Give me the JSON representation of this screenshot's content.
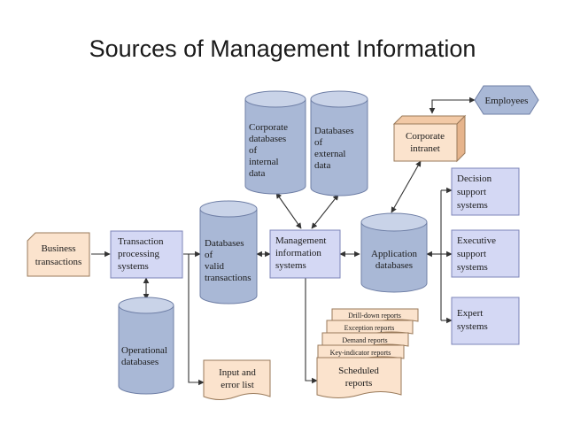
{
  "title": "Sources of Management Information",
  "nodes": {
    "business_transactions": [
      "Business",
      "transactions"
    ],
    "tps": [
      "Transaction",
      "processing",
      "systems"
    ],
    "valid_db": [
      "Databases",
      "of",
      "valid",
      "transactions"
    ],
    "operational_db": [
      "Operational",
      "databases"
    ],
    "corporate_internal_db": [
      "Corporate",
      "databases",
      "of",
      "internal",
      "data"
    ],
    "external_db": [
      "Databases",
      "of",
      "external",
      "data"
    ],
    "mis": [
      "Management",
      "information",
      "systems"
    ],
    "app_db": [
      "Application",
      "databases"
    ],
    "intranet": [
      "Corporate",
      "intranet"
    ],
    "employees": [
      "Employees"
    ],
    "dss": [
      "Decision",
      "support",
      "systems"
    ],
    "ess": [
      "Executive",
      "support",
      "systems"
    ],
    "expert": [
      "Expert",
      "systems"
    ],
    "input_error": [
      "Input and",
      "error list"
    ],
    "scheduled": [
      "Scheduled",
      "reports"
    ],
    "key_indicator": [
      "Key-indicator reports"
    ],
    "demand": [
      "Demand reports"
    ],
    "exception": [
      "Exception reports"
    ],
    "drill_down": [
      "Drill-down reports"
    ]
  },
  "colors": {
    "cylinder": "#a9b8d6",
    "cylinder_top": "#c9d3e8",
    "box_blue": "#d4d8f4",
    "box_border": "#7d84b8",
    "doc": "#fbe3cd",
    "doc_border": "#9a7a5a",
    "arrow": "#333333"
  }
}
